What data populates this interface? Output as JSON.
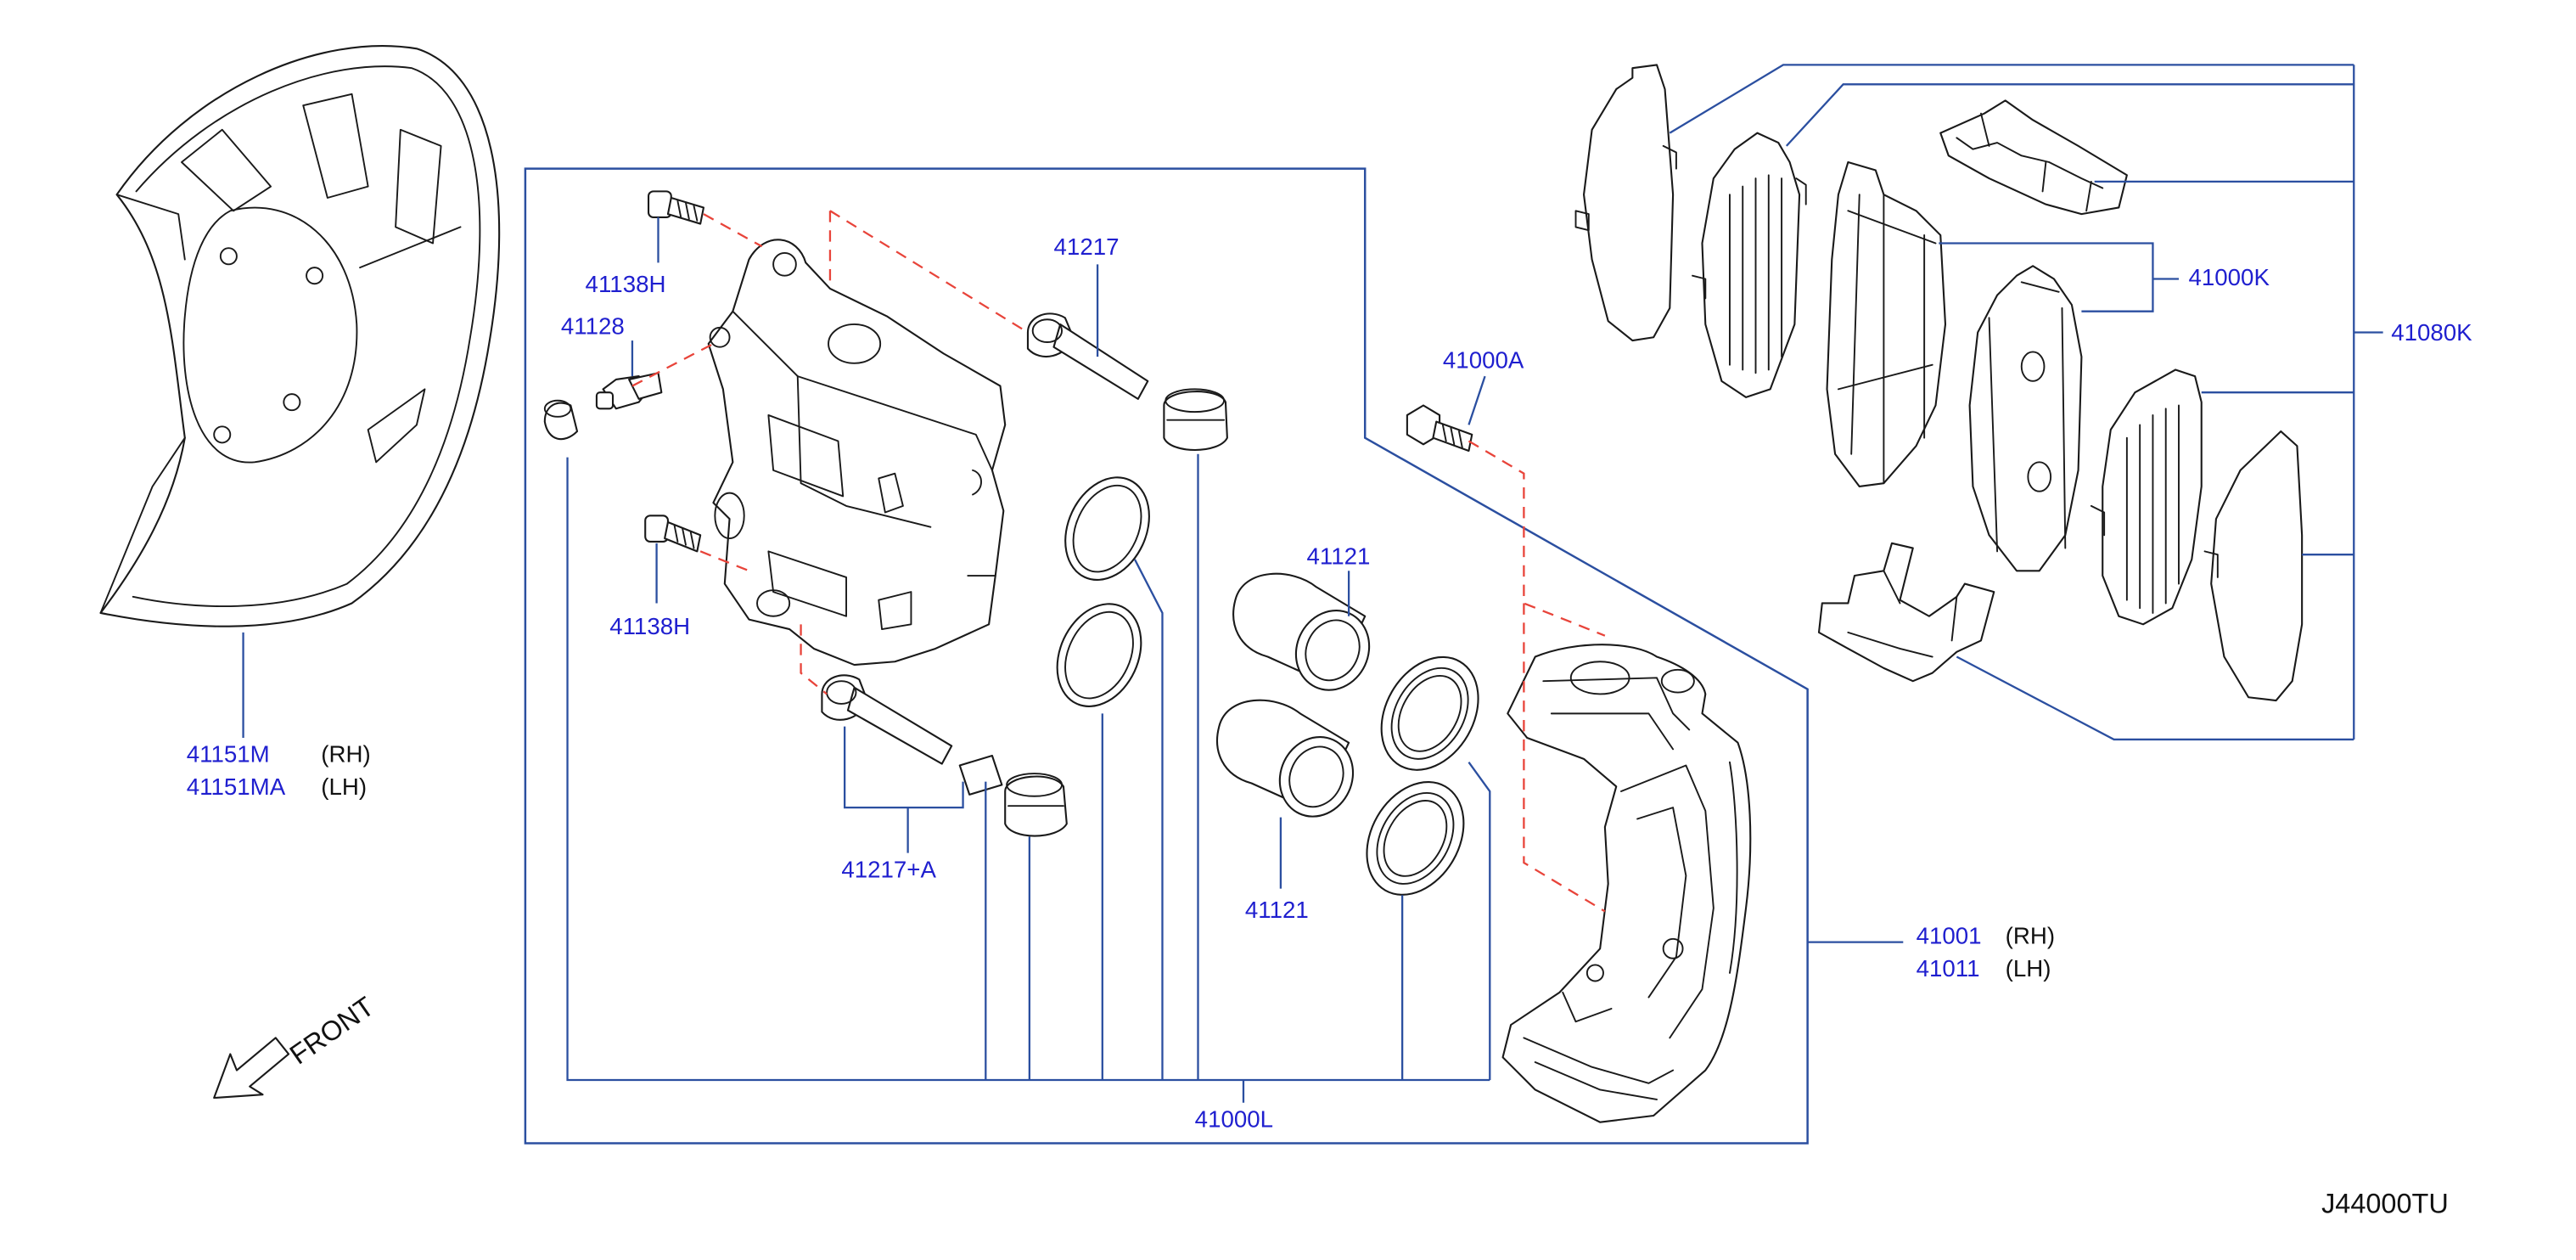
{
  "callouts": {
    "splash_guard_rh": "41151M",
    "splash_guard_lh": "41151MA",
    "splash_guard_rh_side": "(RH)",
    "splash_guard_lh_side": "(LH)",
    "bolt_upper": "41138H",
    "bolt_lower": "41138H",
    "bleeder": "41128",
    "pin_bolt_upper": "41217",
    "pin_bolt_lower": "41217+A",
    "piston_upper": "41121",
    "piston_lower": "41121",
    "caliper_bolt": "41000A",
    "pad_kit": "41000K",
    "hardware_kit": "41080K",
    "caliper_rh": "41001",
    "caliper_lh": "41011",
    "caliper_rh_side": "(RH)",
    "caliper_lh_side": "(LH)",
    "seal_kit": "41000L"
  },
  "front_label": "FRONT",
  "diagram_code": "J44000TU",
  "colors": {
    "callout_text": "#1f1fcf",
    "leader_line": "#2b4fa0",
    "dashed_guide": "#e8443a",
    "part_outline": "#1a1a1a"
  }
}
